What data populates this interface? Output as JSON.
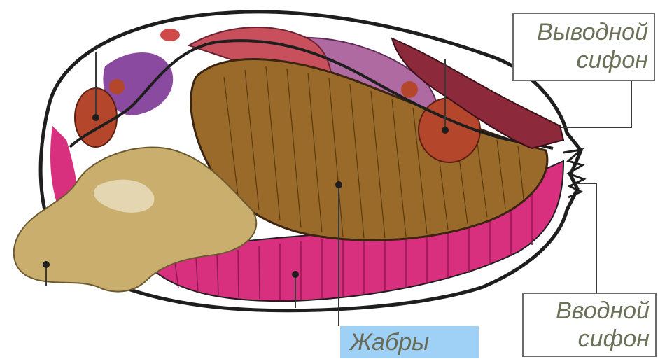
{
  "labels": {
    "outflow_siphon": {
      "line1": "Выводной",
      "line2": "сифон"
    },
    "inflow_siphon": {
      "line1": "Вводной",
      "line2": "сифон"
    },
    "gills": "Жабры"
  },
  "colors": {
    "mantle_pink": "#d8307f",
    "gill_brown": "#9a6a2a",
    "foot_tan": "#c9ae6e",
    "muscle_red": "#b4462c",
    "visceral_purple": "#a25294",
    "outline": "#1e1e1e",
    "gills_highlight": "#9fd0f5"
  }
}
